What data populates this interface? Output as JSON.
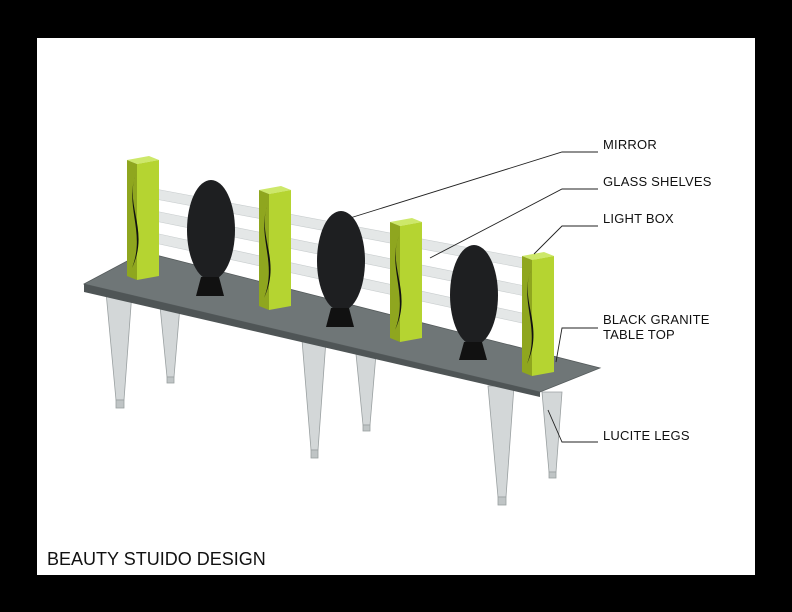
{
  "title": "BEAUTY STUIDO DESIGN",
  "labels": {
    "mirror": "MIRROR",
    "glass_shelves": "GLASS SHELVES",
    "light_box": "LIGHT BOX",
    "table_top": "BLACK GRANITE\nTABLE TOP",
    "legs": "LUCITE LEGS"
  },
  "colors": {
    "frame": "#000000",
    "sheet": "#ffffff",
    "light_box": "#b5d431",
    "light_box_side": "#8fa61f",
    "table_top": "#6f7677",
    "table_edge": "#4f5556",
    "mirror": "#1e1f21",
    "glass": "#e3e6e6",
    "lucite": "#d3d7d8"
  }
}
